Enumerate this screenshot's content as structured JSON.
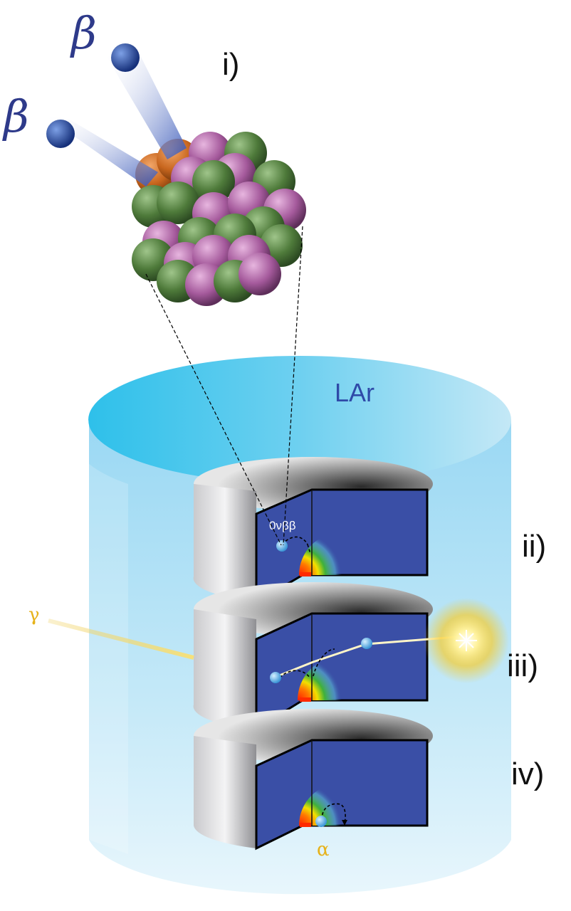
{
  "labels": {
    "beta_top": "β",
    "beta_left": "β",
    "panel_i": "i)",
    "panel_ii": "ii)",
    "panel_iii": "iii)",
    "panel_iv": "iv)",
    "medium": "LAr",
    "decay": "0νββ",
    "gamma": "γ",
    "alpha": "α"
  },
  "colors": {
    "beta_text": "#2e3a8a",
    "lar_text": "#2f4aa8",
    "nucleon_green": "#4e7a3a",
    "nucleon_pink": "#a55a9c",
    "nucleon_orange": "#c8661e",
    "detector_blue": "#3a4fa6",
    "argon_blue": "#8fd3f0",
    "gamma_gold": "#e6b21a",
    "electron_blue": "#5bb6ea"
  }
}
